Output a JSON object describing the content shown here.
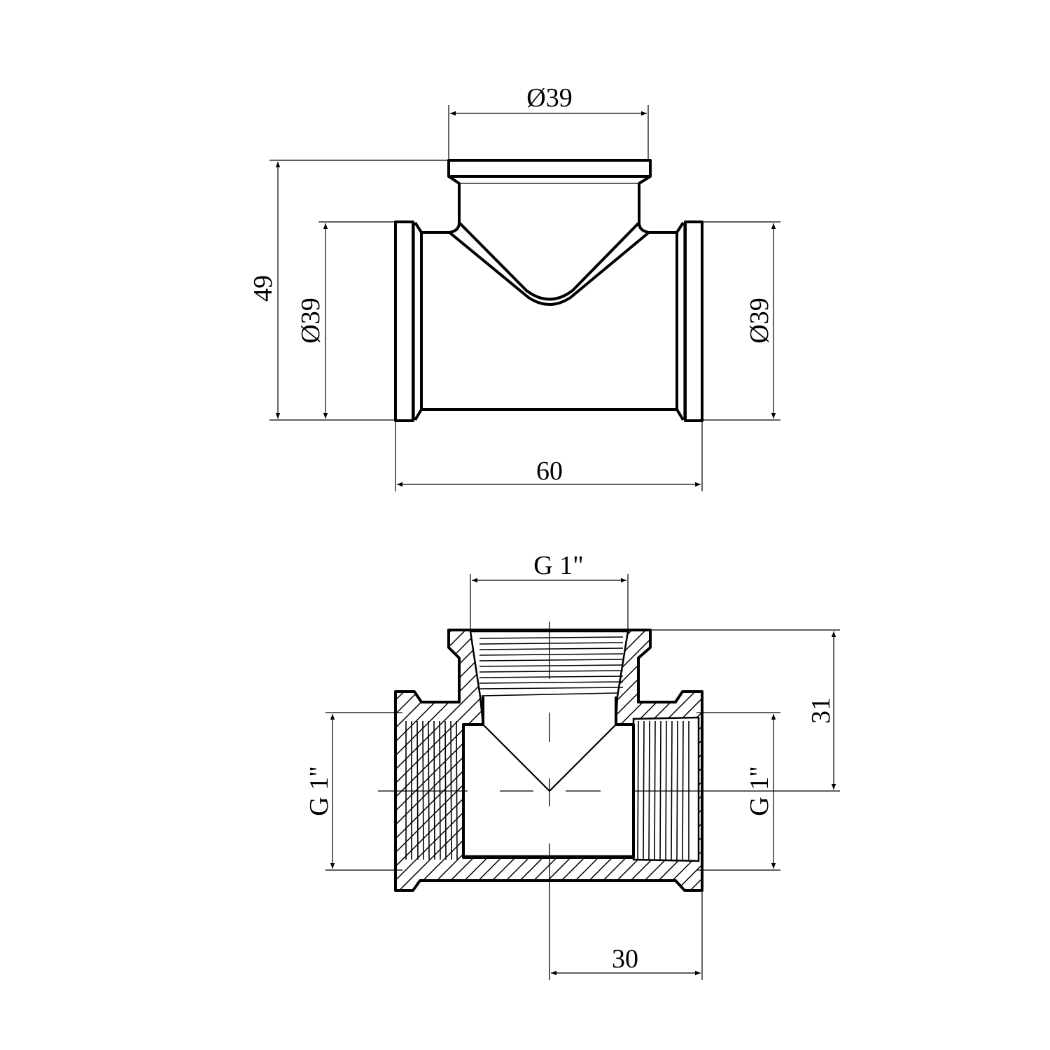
{
  "top_view": {
    "dim_top_diameter": "Ø39",
    "dim_height": "49",
    "dim_left_diameter": "Ø39",
    "dim_right_diameter": "Ø39",
    "dim_length": "60"
  },
  "section_view": {
    "dim_top_thread": "G 1\"",
    "dim_left_thread": "G 1\"",
    "dim_right_thread": "G 1\"",
    "dim_height": "31",
    "dim_half_length": "30"
  }
}
